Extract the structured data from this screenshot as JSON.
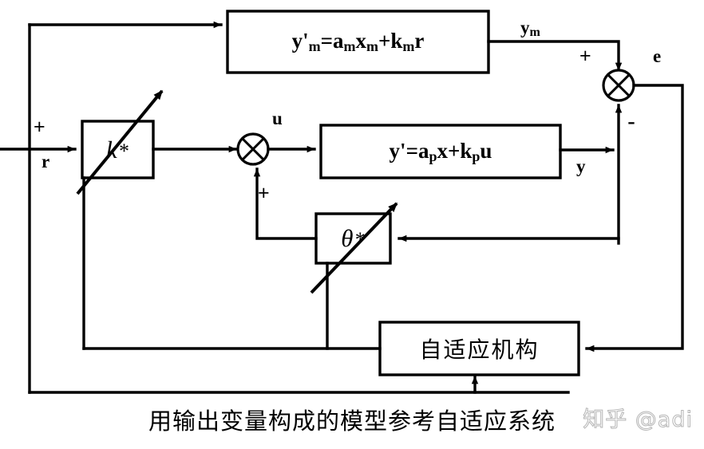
{
  "diagram": {
    "title_caption": "用输出变量构成的模型参考自适应系统",
    "watermark": "知乎 @adi",
    "line_color": "#000000",
    "background": "#ffffff",
    "blocks": [
      {
        "id": "reference-model",
        "label": "y'm=amxm+kmr",
        "parts": {
          "y": "y",
          "prime": "'",
          "sub1": "m",
          "eq": "=",
          "a": "a",
          "sub2": "m",
          "x": "x",
          "sub3": "m",
          "plus": "+",
          "k": "k",
          "sub4": "m",
          "r": "r"
        }
      },
      {
        "id": "plant",
        "label": "y'=apx+kpu",
        "parts": {
          "y": "y",
          "prime": "'",
          "eq": "=",
          "a": "a",
          "sub1": "p",
          "x": "x",
          "plus": "+",
          "k": "k",
          "sub2": "p",
          "u": "u"
        }
      },
      {
        "id": "gain-k-star",
        "label": "k*",
        "symbol": "k",
        "star": "*"
      },
      {
        "id": "gain-theta-star",
        "label": "θ*",
        "symbol": "θ",
        "star": "*"
      },
      {
        "id": "adaptive-mechanism",
        "label": "自适应机构"
      }
    ],
    "signals": [
      {
        "id": "r",
        "label": "r"
      },
      {
        "id": "u",
        "label": "u"
      },
      {
        "id": "ym",
        "label": "y",
        "sub": "m"
      },
      {
        "id": "y",
        "label": "y"
      },
      {
        "id": "e",
        "label": "e"
      }
    ],
    "sum_junctions": [
      {
        "id": "sum-input",
        "signs": {
          "bottom": "+"
        }
      },
      {
        "id": "sum-error",
        "signs": {
          "top": "+",
          "bottom": "-"
        }
      }
    ],
    "signs": {
      "input_plus": "+",
      "sum_input_plus": "+",
      "error_plus": "+",
      "error_minus": "-"
    }
  }
}
